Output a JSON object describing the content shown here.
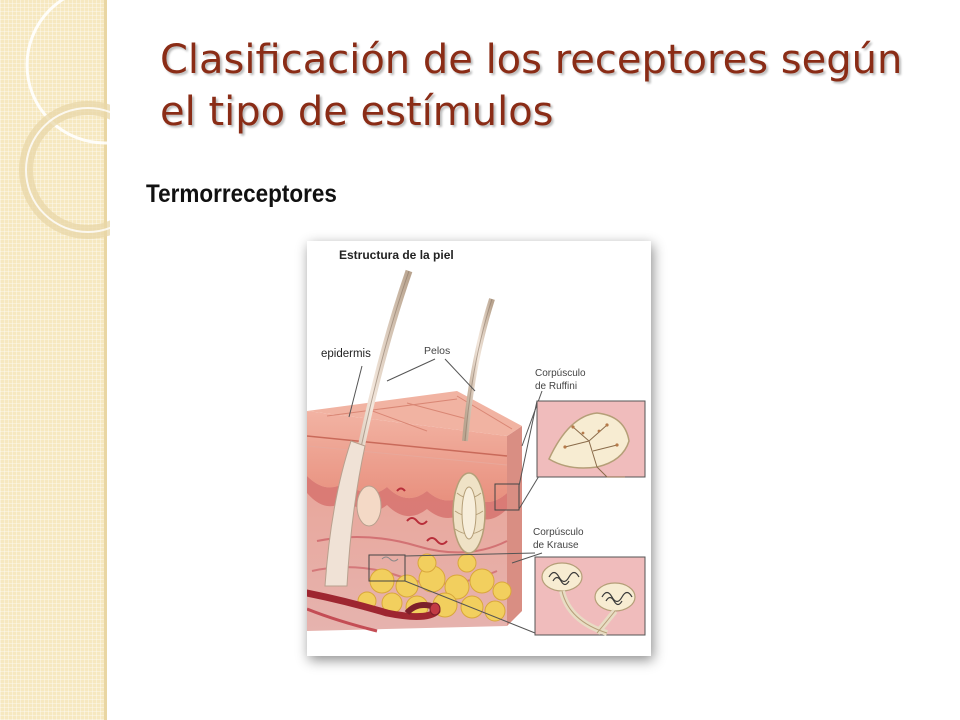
{
  "slide": {
    "title": "Clasificación de los receptores según el tipo de estímulos",
    "subtitle": "Termorreceptores"
  },
  "figure": {
    "title": "Estructura de la piel",
    "labels": {
      "epidermis": "epidermis",
      "pelos": "Pelos",
      "ruffini_line1": "Corpúsculo",
      "ruffini_line2": "de Ruffini",
      "krause_line1": "Corpúsculo",
      "krause_line2": "de Krause"
    }
  },
  "colors": {
    "title": "#8a2c16",
    "side_band": "#f6e8c0",
    "skin": "#e8a293",
    "fat": "#f2cf5e"
  }
}
